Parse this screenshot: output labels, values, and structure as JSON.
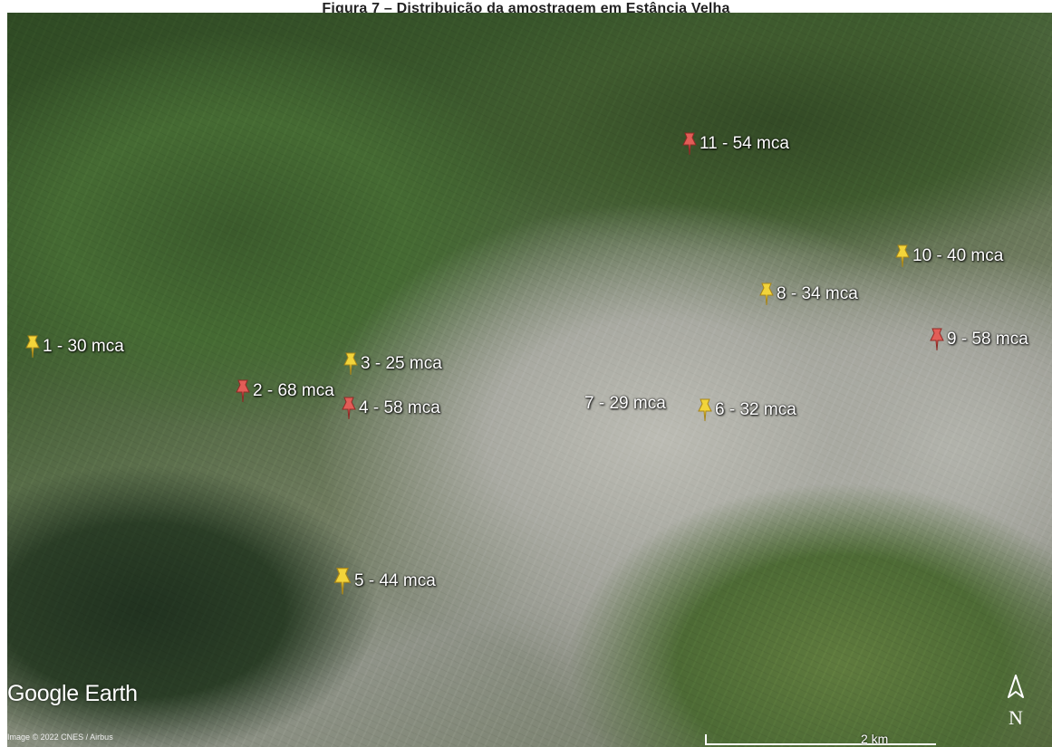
{
  "caption": "Figura 7 – Distribuição da amostragem em Estância Velha",
  "markers": [
    {
      "label": "1 - 30 mca",
      "color": "#f2d43a"
    },
    {
      "label": "2 - 68 mca",
      "color": "#e25d57"
    },
    {
      "label": "3 - 25 mca",
      "color": "#f2d43a"
    },
    {
      "label": "4 - 58 mca",
      "color": "#e25d57"
    },
    {
      "label": "5 - 44 mca",
      "color": "#f2d43a"
    },
    {
      "label": "6 - 32 mca",
      "color": "#f2d43a"
    },
    {
      "label": "7 - 29 mca"
    },
    {
      "label": "8 - 34 mca",
      "color": "#f2d43a"
    },
    {
      "label": "9 - 58 mca",
      "color": "#e25d57"
    },
    {
      "label": "10 - 40 mca",
      "color": "#f2d43a"
    },
    {
      "label": "11 - 54 mca",
      "color": "#e25d57"
    }
  ],
  "logo": "Google Earth",
  "credits": "Image © 2022 CNES / Airbus",
  "scale": "2 km",
  "compass_label": "N"
}
